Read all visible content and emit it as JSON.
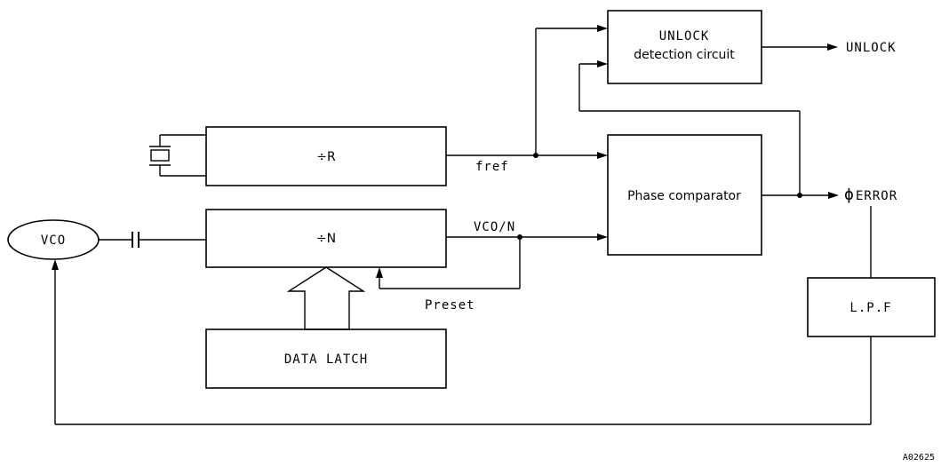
{
  "blocks": {
    "unlock_detect": {
      "line1": "UNLOCK",
      "line2": "detection circuit"
    },
    "divider_r": "÷R",
    "divider_n": "÷N",
    "phase_comparator": "Phase comparator",
    "data_latch": "DATA LATCH",
    "lpf": "L.P.F",
    "vco": "VCO"
  },
  "signals": {
    "fref": "fref",
    "vco_n": "VCO/N",
    "preset": "Preset",
    "unlock_out": "UNLOCK",
    "error_out": "ERROR",
    "phi": "ϕ"
  },
  "figure_id": "A02625"
}
